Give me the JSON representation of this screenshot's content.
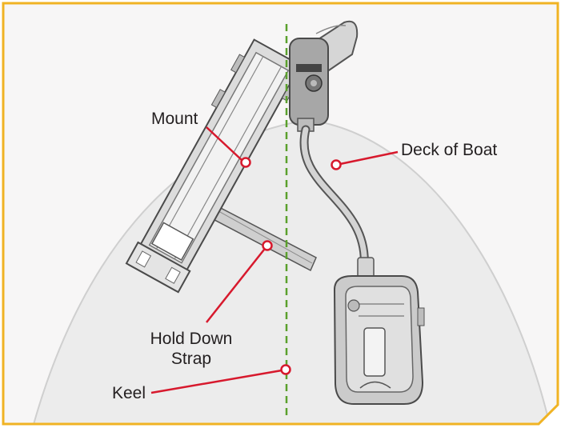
{
  "colors": {
    "frame_border": "#f0b323",
    "panel_background": "#f7f6f6",
    "deck_fill": "#ececec",
    "deck_outline": "#cfcfcf",
    "callout_line": "#d7192d",
    "keel_line": "#5aa02c",
    "device_fill": "#d0d0d0",
    "device_outline": "#555555"
  },
  "labels": {
    "mount": "Mount",
    "deck": "Deck of Boat",
    "strap_line1": "Hold Down",
    "strap_line2": "Strap",
    "keel": "Keel"
  }
}
